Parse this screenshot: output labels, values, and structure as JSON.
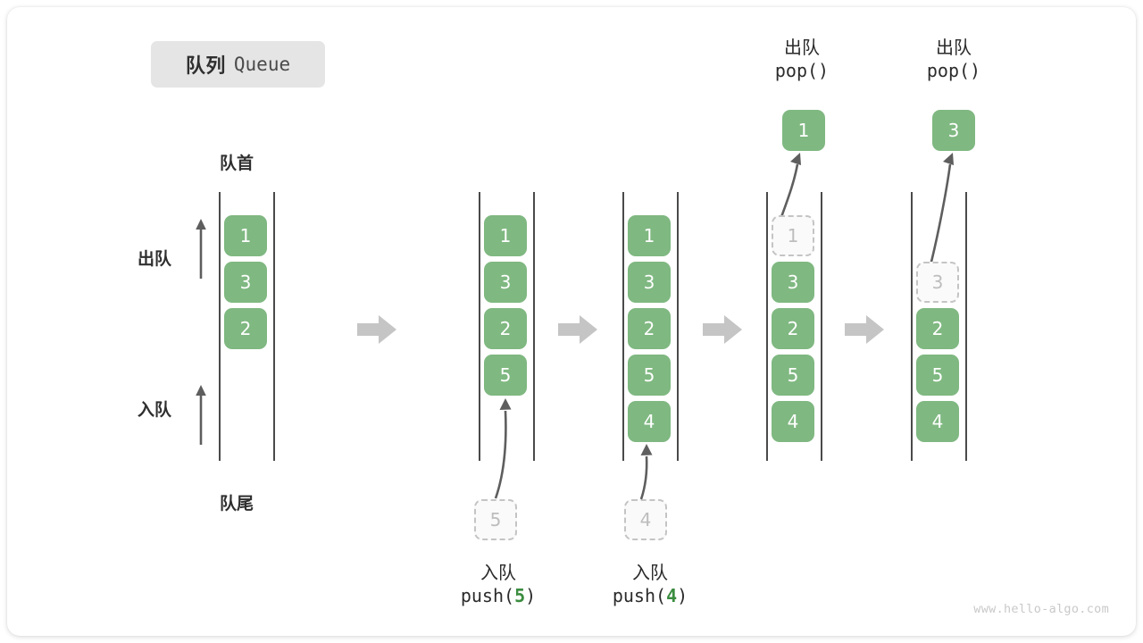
{
  "title": {
    "cn": "队列",
    "en": "Queue"
  },
  "labels": {
    "front": "队首",
    "rear": "队尾",
    "dequeue": "出队",
    "enqueue": "入队"
  },
  "colors": {
    "cell_green": "#7fb881",
    "cell_text": "#ffffff",
    "ghost_border": "#c4c4c4",
    "ghost_text": "#bdbdbd",
    "rail": "#4a4a4a",
    "step_arrow": "#c5c5c5",
    "accent_number": "#3a8c3f",
    "badge_bg": "#e5e5e5",
    "watermark": "#c9c9c9"
  },
  "columns": [
    {
      "id": "initial",
      "cells": [
        "1",
        "3",
        "2"
      ],
      "ghost_index": -1,
      "caption_cn": "",
      "caption_code": "",
      "caption_arg": ""
    },
    {
      "id": "push-5",
      "cells": [
        "1",
        "3",
        "2",
        "5"
      ],
      "ghost_index": -1,
      "incoming": "5",
      "caption_cn": "入队",
      "caption_code": "push(",
      "caption_arg": "5",
      "caption_code_end": ")"
    },
    {
      "id": "push-4",
      "cells": [
        "1",
        "3",
        "2",
        "5",
        "4"
      ],
      "ghost_index": -1,
      "incoming": "4",
      "caption_cn": "入队",
      "caption_code": "push(",
      "caption_arg": "4",
      "caption_code_end": ")"
    },
    {
      "id": "pop-1",
      "cells": [
        "1",
        "3",
        "2",
        "5",
        "4"
      ],
      "ghost_index": 0,
      "popped": "1",
      "header_cn": "出队",
      "header_code": "pop()"
    },
    {
      "id": "pop-3",
      "cells": [
        "3",
        "2",
        "5",
        "4"
      ],
      "ghost_index": 0,
      "popped": "3",
      "header_cn": "出队",
      "header_code": "pop()"
    }
  ],
  "watermark": "www.hello-algo.com"
}
